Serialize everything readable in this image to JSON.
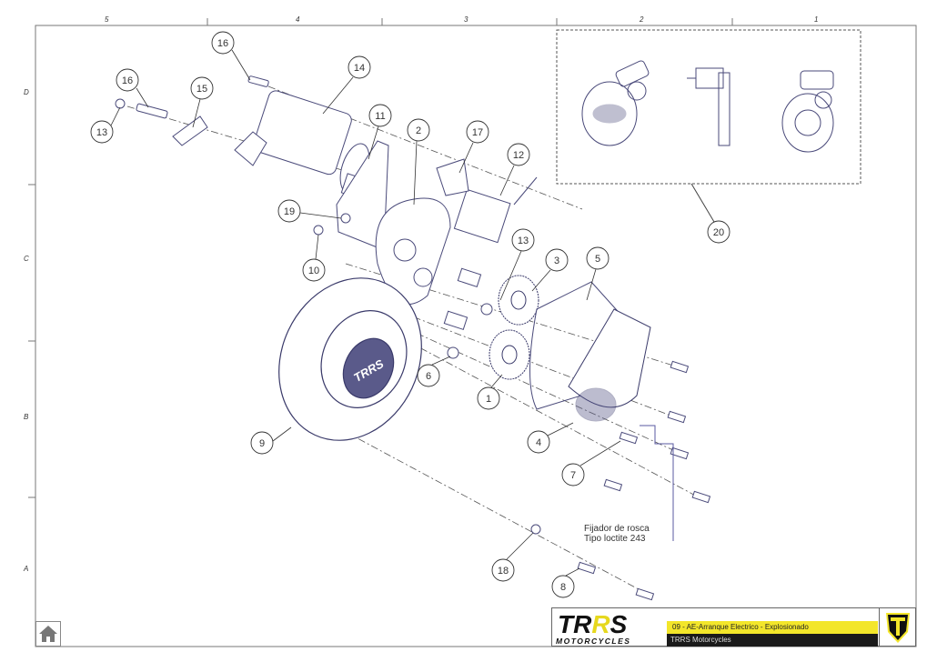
{
  "frame": {
    "columns": [
      "5",
      "4",
      "3",
      "2",
      "1"
    ],
    "rows": [
      "D",
      "C",
      "B",
      "A"
    ]
  },
  "callouts": [
    "16",
    "14",
    "16",
    "15",
    "13",
    "11",
    "2",
    "17",
    "12",
    "19",
    "10",
    "13",
    "3",
    "5",
    "6",
    "1",
    "9",
    "4",
    "7",
    "20",
    "18",
    "8"
  ],
  "note": {
    "line1": "Fijador de rosca",
    "line2": "Tipo loctite 243"
  },
  "title_block": {
    "logo_text": "TRRS",
    "logo_subtext": "MOTORCYCLES",
    "drawing_title": "09 - AE-Arranque Electrico - Explosionado",
    "company": "TRRS Motorcycles"
  },
  "colors": {
    "accent": "#f3e62a",
    "line": "#3a3a5a",
    "part": "#4a4a7a"
  },
  "icons": {
    "home": "home-icon"
  }
}
